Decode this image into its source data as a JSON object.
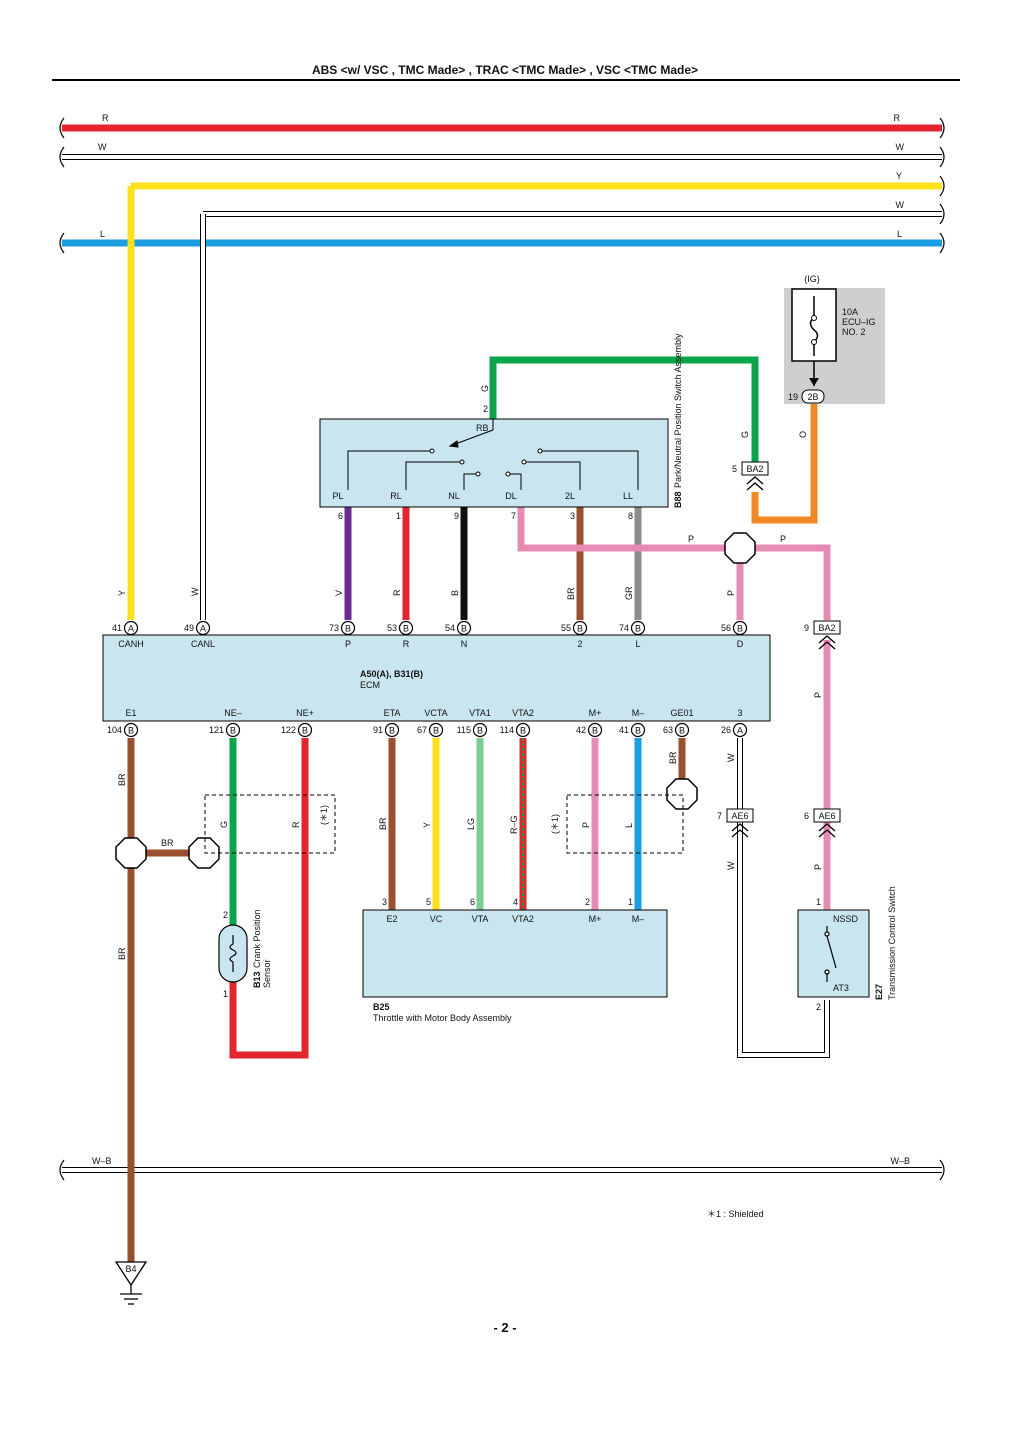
{
  "header": {
    "title": "ABS <w/ VSC , TMC Made> , TRAC <TMC Made> , VSC <TMC Made>"
  },
  "footer": {
    "page": "- 2 -",
    "note": "＊1 : Shielded"
  },
  "colors": {
    "R": "#e3262e",
    "W": "#ffffff",
    "Y": "#ffe01a",
    "L": "#1a9ee0",
    "G": "#0aa54a",
    "V": "#6a2c91",
    "B": "#111111",
    "BR": "#9a4f2e",
    "GR": "#8c8c8c",
    "P": "#e58bb4",
    "O": "#f08a24",
    "LG": "#7ccc94",
    "box": "#c9e6f0",
    "fuse_bg": "#cfcfcf"
  },
  "bus_lines": [
    {
      "left": "R",
      "right": "R"
    },
    {
      "left": "W",
      "right": "W"
    },
    {
      "right": "Y"
    },
    {
      "right": "W"
    },
    {
      "left": "L",
      "right": "L"
    },
    {
      "left": "W–B",
      "right": "W–B"
    }
  ],
  "ecm": {
    "name": "A50(A), B31(B)",
    "label": "ECM",
    "top_pins": [
      {
        "num": "41",
        "conn": "A",
        "name": "CANH",
        "wire": "Y"
      },
      {
        "num": "49",
        "conn": "A",
        "name": "CANL",
        "wire": "W"
      },
      {
        "num": "73",
        "conn": "B",
        "name": "P",
        "wire": "V"
      },
      {
        "num": "53",
        "conn": "B",
        "name": "R",
        "wire": "R"
      },
      {
        "num": "54",
        "conn": "B",
        "name": "N",
        "wire": "B"
      },
      {
        "num": "55",
        "conn": "B",
        "name": "2",
        "wire": "BR"
      },
      {
        "num": "74",
        "conn": "B",
        "name": "L",
        "wire": "GR"
      },
      {
        "num": "56",
        "conn": "B",
        "name": "D",
        "wire": "P"
      }
    ],
    "bottom_pins": [
      {
        "num": "104",
        "conn": "B",
        "name": "E1",
        "wire": "BR"
      },
      {
        "num": "121",
        "conn": "B",
        "name": "NE–",
        "wire": "G"
      },
      {
        "num": "122",
        "conn": "B",
        "name": "NE+",
        "wire": "R"
      },
      {
        "num": "91",
        "conn": "B",
        "name": "ETA",
        "wire": "BR"
      },
      {
        "num": "67",
        "conn": "B",
        "name": "VCTA",
        "wire": "Y"
      },
      {
        "num": "115",
        "conn": "B",
        "name": "VTA1",
        "wire": "LG"
      },
      {
        "num": "114",
        "conn": "B",
        "name": "VTA2",
        "wire": "R–G"
      },
      {
        "num": "42",
        "conn": "B",
        "name": "M+",
        "wire": "P"
      },
      {
        "num": "41",
        "conn": "B",
        "name": "M–",
        "wire": "L"
      },
      {
        "num": "63",
        "conn": "B",
        "name": "GE01",
        "wire": "BR"
      },
      {
        "num": "26",
        "conn": "A",
        "name": "3",
        "wire": "W"
      }
    ]
  },
  "b88": {
    "code": "B88",
    "name": "Park/Neutral Position Switch Assembly",
    "rb": "RB",
    "rb_pin": "2",
    "pins": [
      {
        "name": "PL",
        "num": "6"
      },
      {
        "name": "RL",
        "num": "1"
      },
      {
        "name": "NL",
        "num": "9"
      },
      {
        "name": "DL",
        "num": "7"
      },
      {
        "name": "2L",
        "num": "3"
      },
      {
        "name": "LL",
        "num": "8"
      }
    ]
  },
  "fuse": {
    "ig": "(IG)",
    "name": "10A ECU–IG NO. 2",
    "line1": "10A",
    "line2": "ECU–IG",
    "line3": "NO. 2",
    "pin": "19",
    "conn": "2B"
  },
  "connectors": {
    "ba2_top": {
      "num": "5",
      "name": "BA2"
    },
    "ba2_mid": {
      "num": "9",
      "name": "BA2"
    },
    "ae6_left": {
      "num": "7",
      "name": "AE6"
    },
    "ae6_right": {
      "num": "6",
      "name": "AE6"
    }
  },
  "b13": {
    "code": "B13",
    "name": "Crank Position Sensor",
    "line1": "Crank Position",
    "line2": "Sensor",
    "pin_top": "2",
    "pin_bot": "1"
  },
  "b25": {
    "code": "B25",
    "name": "Throttle with Motor Body Assembly",
    "pins": [
      {
        "num": "3",
        "name": "E2"
      },
      {
        "num": "5",
        "name": "VC"
      },
      {
        "num": "6",
        "name": "VTA"
      },
      {
        "num": "4",
        "name": "VTA2"
      },
      {
        "num": "2",
        "name": "M+"
      },
      {
        "num": "1",
        "name": "M–"
      }
    ]
  },
  "e27": {
    "code": "E27",
    "name": "Transmission Control Switch",
    "nssd": "NSSD",
    "at3": "AT3",
    "pin_top": "1",
    "pin_bot": "2"
  },
  "ground": {
    "name": "B4"
  },
  "misc": {
    "shield": "(＊1)"
  },
  "wire_tags": {
    "G": "G",
    "O": "O",
    "P": "P",
    "BR": "BR",
    "W": "W",
    "R": "R",
    "Y": "Y",
    "LG": "LG",
    "RG": "R–G",
    "L": "L",
    "V": "V",
    "B": "B",
    "GR": "GR"
  }
}
